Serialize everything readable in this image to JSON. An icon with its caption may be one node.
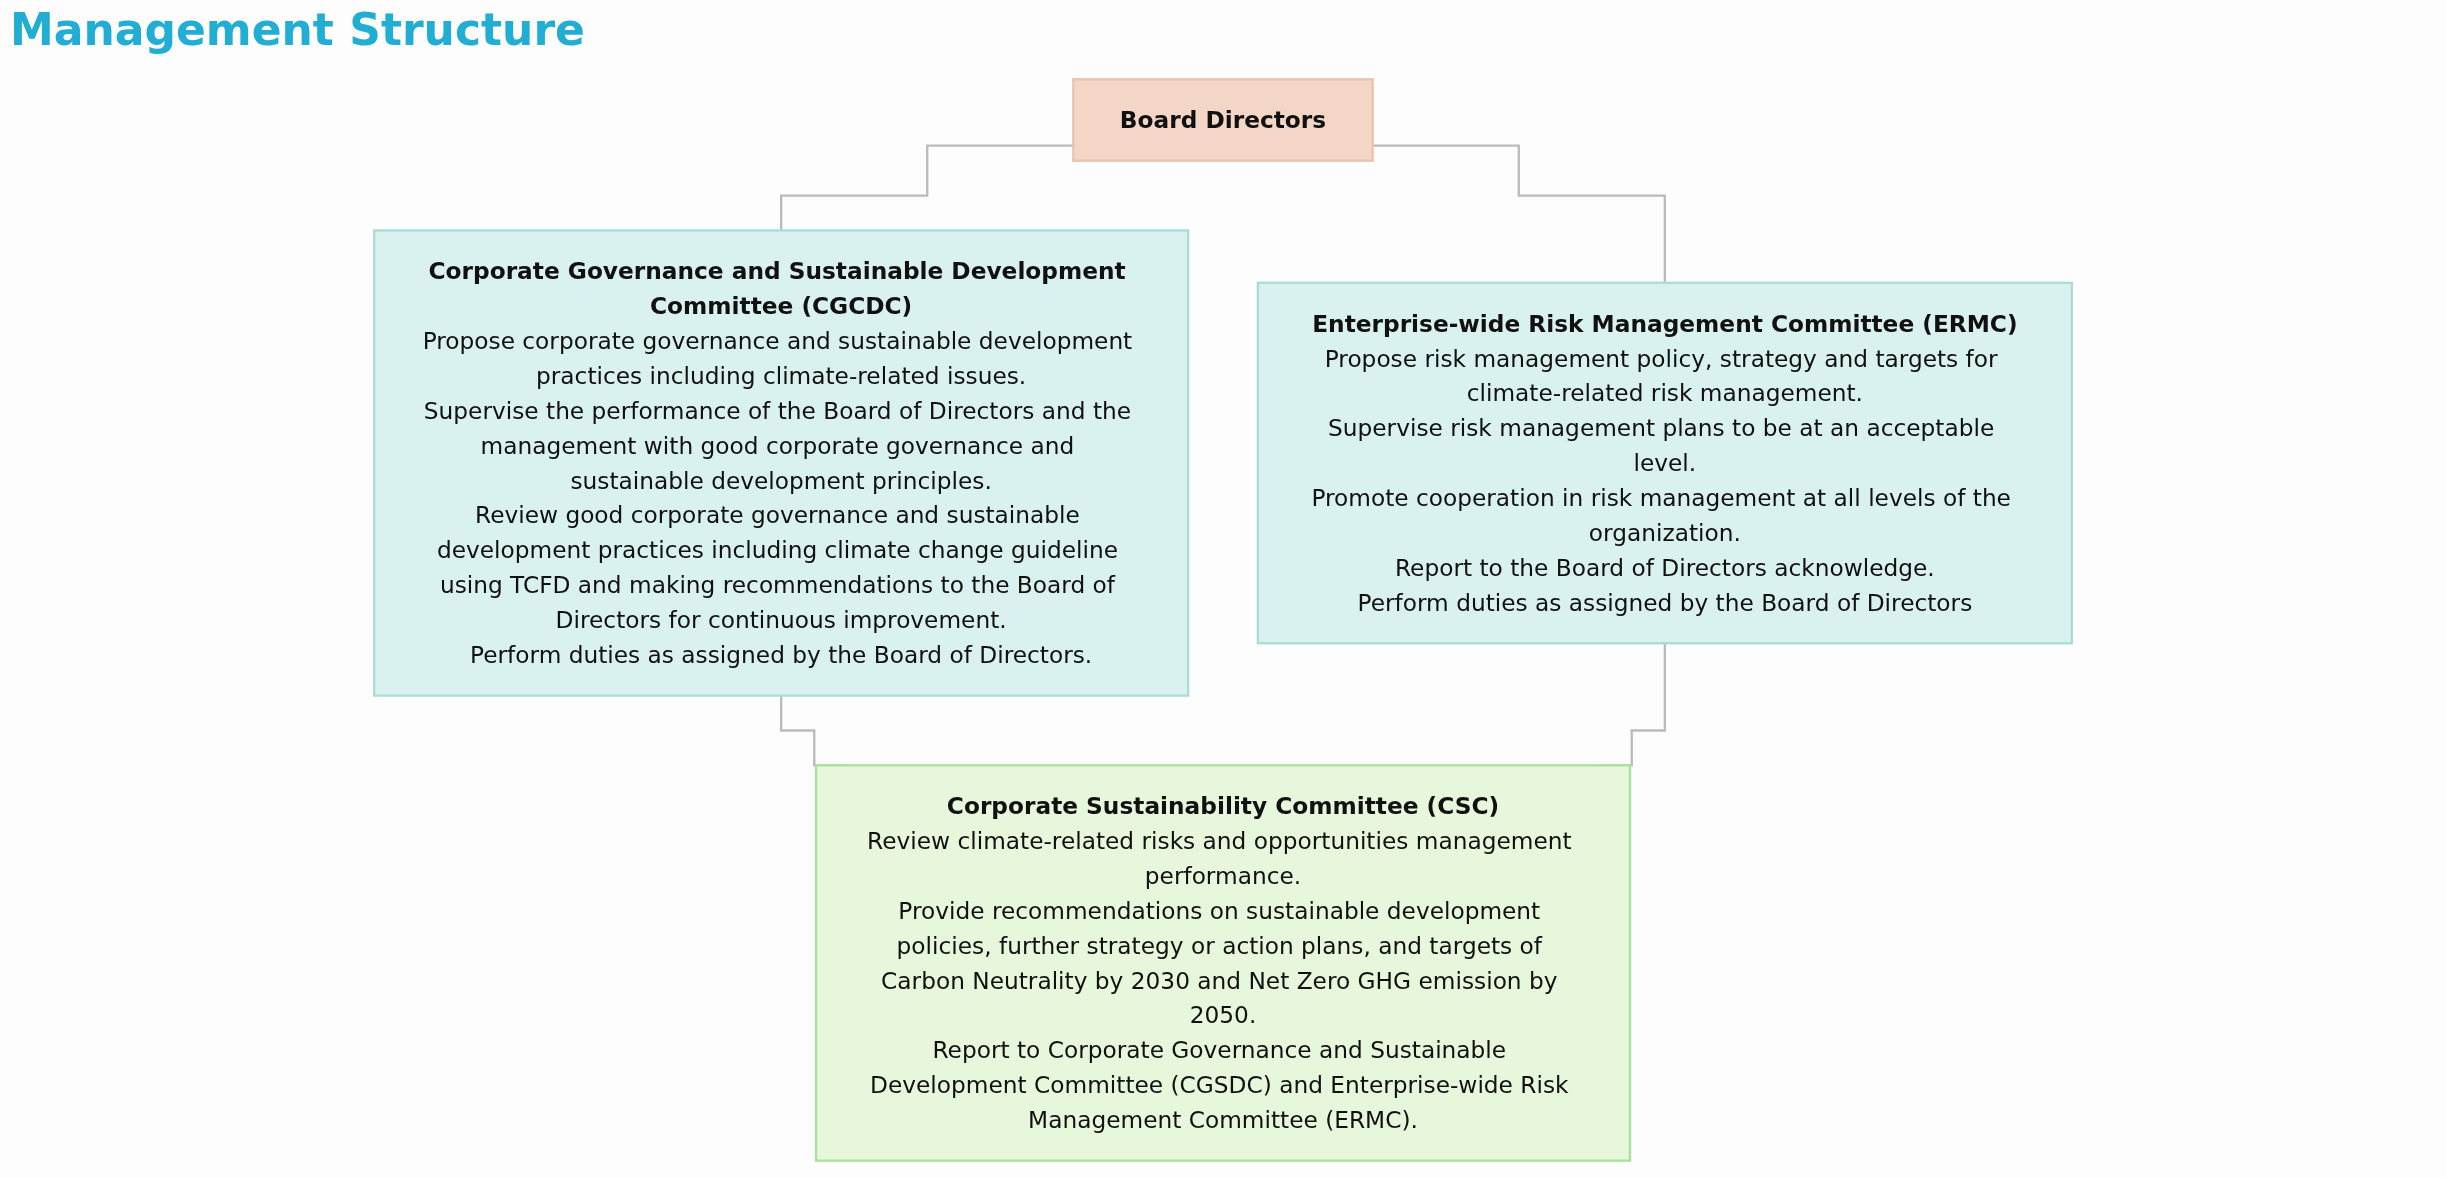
{
  "diagram": {
    "title": "Management Structure",
    "nodes": [
      {
        "text": [
          "Board Directors"
        ]
      },
      {
        "text": [
          "Corporate Governance and Sustainable Development Committee (CGCDC)",
          "Propose corporate governance and sustainable development practices including climate-related issues.",
          "Supervise the performance of the Board of Directors and the management with good corporate governance and sustainable development principles.",
          "Review good corporate governance and sustainable development practices including climate change guideline using TCFD and making recommendations to the Board of Directors for continuous improvement.",
          "Perform duties as assigned by the Board of Directors."
        ]
      },
      {
        "text": [
          "Enterprise-wide Risk Management Committee (ERMC)",
          "Propose risk management policy, strategy and targets for climate-related risk management.",
          "Supervise risk management plans to be at an acceptable level.",
          "Promote cooperation in risk management at all levels of the organization.",
          "Report to the Board of Directors acknowledge.",
          "Perform duties as assigned by the Board of Directors"
        ]
      },
      {
        "text": [
          "Corporate Sustainability Committee (CSC)",
          "Review climate-related risks and opportunities management performance.",
          "Provide recommendations on sustainable development policies, further strategy or action plans, and targets of Carbon Neutrality by 2030 and Net Zero GHG emission by 2050.",
          "Report to Corporate Governance and Sustainable Development Committee (CGSDC) and Enterprise-wide Risk Management Committee (ERMC)."
        ]
      }
    ],
    "edges": [
      {
        "from": 0,
        "to": 1,
        "arrow": "none"
      },
      {
        "from": 0,
        "to": 2,
        "arrow": "none"
      },
      {
        "from": 1,
        "to": 3,
        "arrow": "none"
      },
      {
        "from": 2,
        "to": 3,
        "arrow": "none"
      }
    ]
  }
}
